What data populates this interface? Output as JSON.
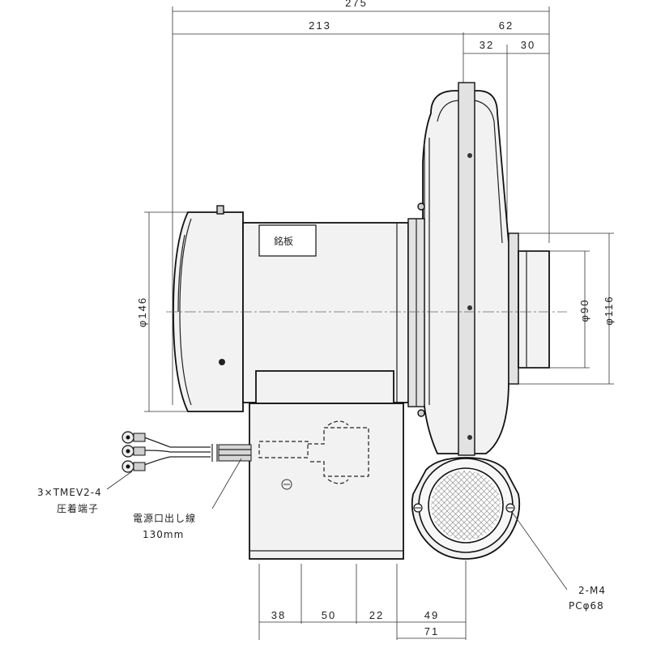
{
  "dimensions": {
    "overall_length": "275",
    "motor_length": "213",
    "blower_depth": "62",
    "depth_a": "32",
    "depth_b": "30",
    "motor_diameter": "φ146",
    "outlet_inner": "φ90",
    "outlet_outer": "φ116",
    "bottom_a": "38",
    "bottom_b": "50",
    "bottom_c": "22",
    "bottom_d": "49",
    "bottom_total": "71"
  },
  "labels": {
    "nameplate": "銘板",
    "terminal_model": "3×TMEV2-4",
    "terminal_name": "圧着端子",
    "cable_name": "電源口出し線",
    "cable_length": "130mm",
    "bolt_spec": "2-M4",
    "bolt_pcd": "PCφ68"
  }
}
